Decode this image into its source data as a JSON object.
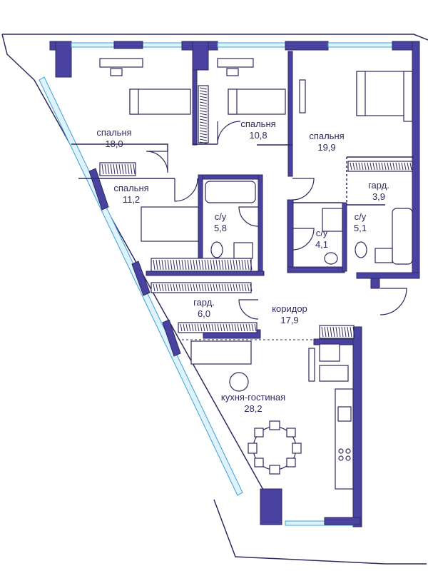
{
  "rooms": [
    {
      "name": "спальня",
      "area": "18,0"
    },
    {
      "name": "спальня",
      "area": "10,8"
    },
    {
      "name": "спальня",
      "area": "19,9"
    },
    {
      "name": "спальня",
      "area": "11,2"
    },
    {
      "name": "с/у",
      "area": "5,8"
    },
    {
      "name": "с/у",
      "area": "4,1"
    },
    {
      "name": "с/у",
      "area": "5,1"
    },
    {
      "name": "гард.",
      "area": "3,9"
    },
    {
      "name": "гард.",
      "area": "6,0"
    },
    {
      "name": "коридор",
      "area": "17,9"
    },
    {
      "name": "кухня-гостиная",
      "area": "28,2"
    }
  ],
  "colors": {
    "wall": "#4a42a0",
    "line": "#2e2a5e",
    "window": "#3aa0d8"
  }
}
